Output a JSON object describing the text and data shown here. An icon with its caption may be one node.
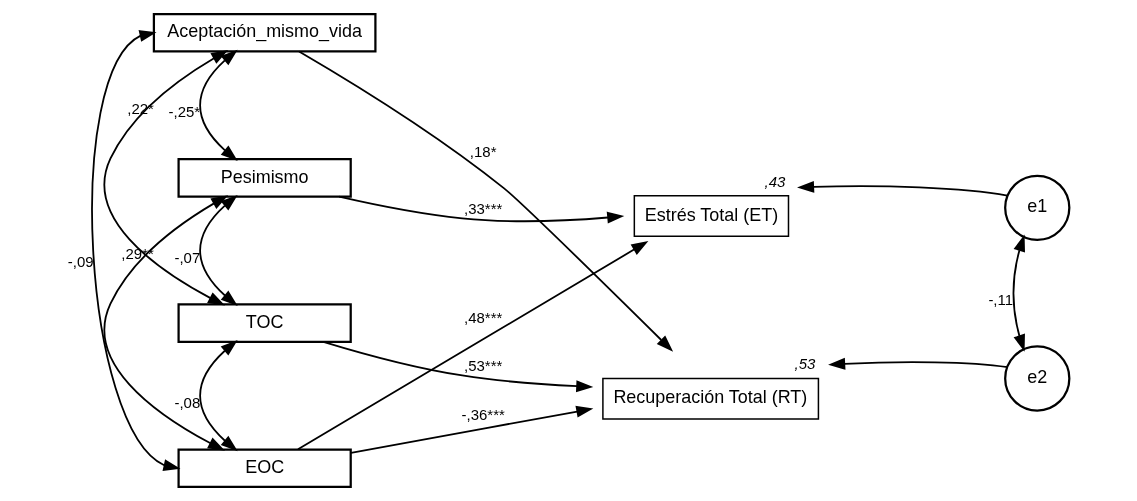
{
  "diagram": {
    "nodes": [
      {
        "text": [
          "Aceptación_mismo_vida"
        ]
      },
      {
        "text": [
          "Pesimismo"
        ]
      },
      {
        "text": [
          "TOC"
        ]
      },
      {
        "text": [
          "EOC"
        ]
      },
      {
        "text": [
          "Estrés Total (ET)"
        ],
        "beside": [
          ",43"
        ]
      },
      {
        "text": [
          "Recuperación Total (RT)"
        ],
        "beside": [
          ",53"
        ]
      },
      {
        "text": [
          "e1"
        ]
      },
      {
        "text": [
          "e2"
        ]
      }
    ],
    "edges": [
      {
        "from": 0,
        "to": 1,
        "arrow": "both",
        "label": "-,25*"
      },
      {
        "from": 0,
        "to": 2,
        "arrow": "both",
        "label": ",22*"
      },
      {
        "from": 0,
        "to": 3,
        "arrow": "both",
        "label": "-,09"
      },
      {
        "from": 1,
        "to": 2,
        "arrow": "both",
        "label": "-,07"
      },
      {
        "from": 1,
        "to": 3,
        "arrow": "both",
        "label": ",29**"
      },
      {
        "from": 2,
        "to": 3,
        "arrow": "both",
        "label": "-,08"
      },
      {
        "from": 0,
        "to": 5,
        "arrow": "to",
        "label": ",18*"
      },
      {
        "from": 1,
        "to": 4,
        "arrow": "to",
        "label": ",33***"
      },
      {
        "from": 2,
        "to": 5,
        "arrow": "to",
        "label": ",53***"
      },
      {
        "from": 3,
        "to": 4,
        "arrow": "to",
        "label": ",48***"
      },
      {
        "from": 3,
        "to": 5,
        "arrow": "to",
        "label": "-,36***"
      },
      {
        "from": 6,
        "to": 4,
        "arrow": "to"
      },
      {
        "from": 7,
        "to": 5,
        "arrow": "to"
      },
      {
        "from": 6,
        "to": 7,
        "arrow": "both",
        "label": "-,11"
      }
    ]
  }
}
